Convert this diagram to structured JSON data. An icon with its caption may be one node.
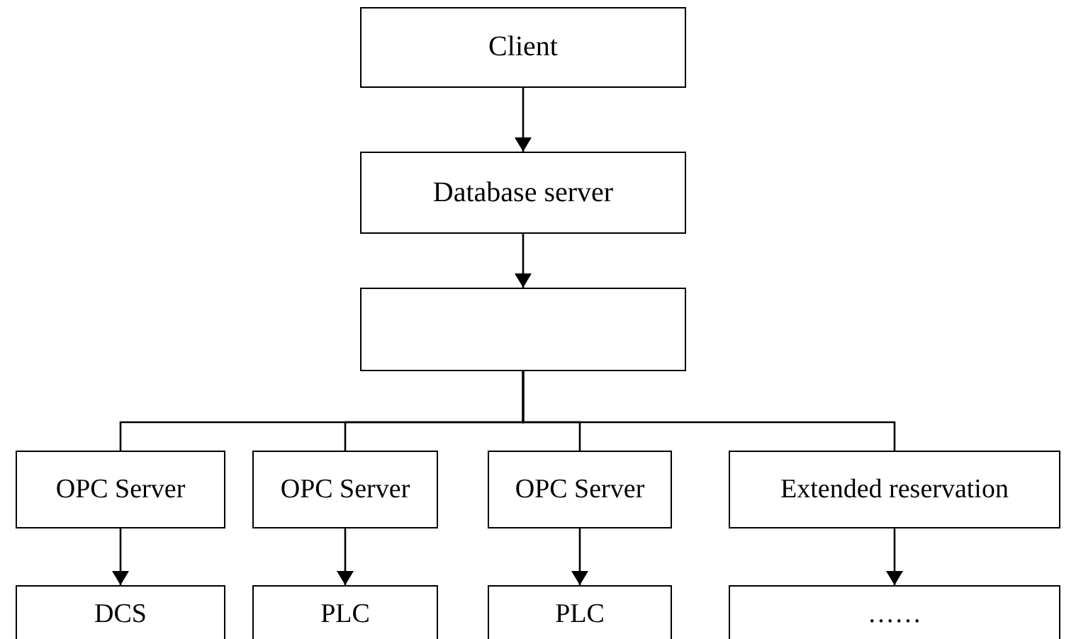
{
  "diagram": {
    "nodes": [
      {
        "text": [
          "Client"
        ]
      },
      {
        "text": [
          "Database server"
        ]
      },
      {
        "text": [],
        "shape": "box"
      },
      {
        "text": [
          "OPC Server"
        ]
      },
      {
        "text": [
          "OPC Server"
        ]
      },
      {
        "text": [
          "OPC Server"
        ]
      },
      {
        "text": [
          "Extended reservation"
        ]
      },
      {
        "text": [
          "DCS"
        ]
      },
      {
        "text": [
          "PLC"
        ]
      },
      {
        "text": [
          "PLC"
        ]
      },
      {
        "text": [
          "……"
        ]
      }
    ],
    "edges": [
      {
        "from": 0,
        "to": 1,
        "arrow": "to"
      },
      {
        "from": 1,
        "to": 2,
        "arrow": "to"
      },
      {
        "from": 2,
        "to": 3,
        "arrow": "none"
      },
      {
        "from": 2,
        "to": 4,
        "arrow": "none"
      },
      {
        "from": 2,
        "to": 5,
        "arrow": "none"
      },
      {
        "from": 2,
        "to": 6,
        "arrow": "none"
      },
      {
        "from": 3,
        "to": 7,
        "arrow": "to"
      },
      {
        "from": 4,
        "to": 8,
        "arrow": "to"
      },
      {
        "from": 5,
        "to": 9,
        "arrow": "to"
      },
      {
        "from": 6,
        "to": 10,
        "arrow": "to"
      }
    ]
  }
}
